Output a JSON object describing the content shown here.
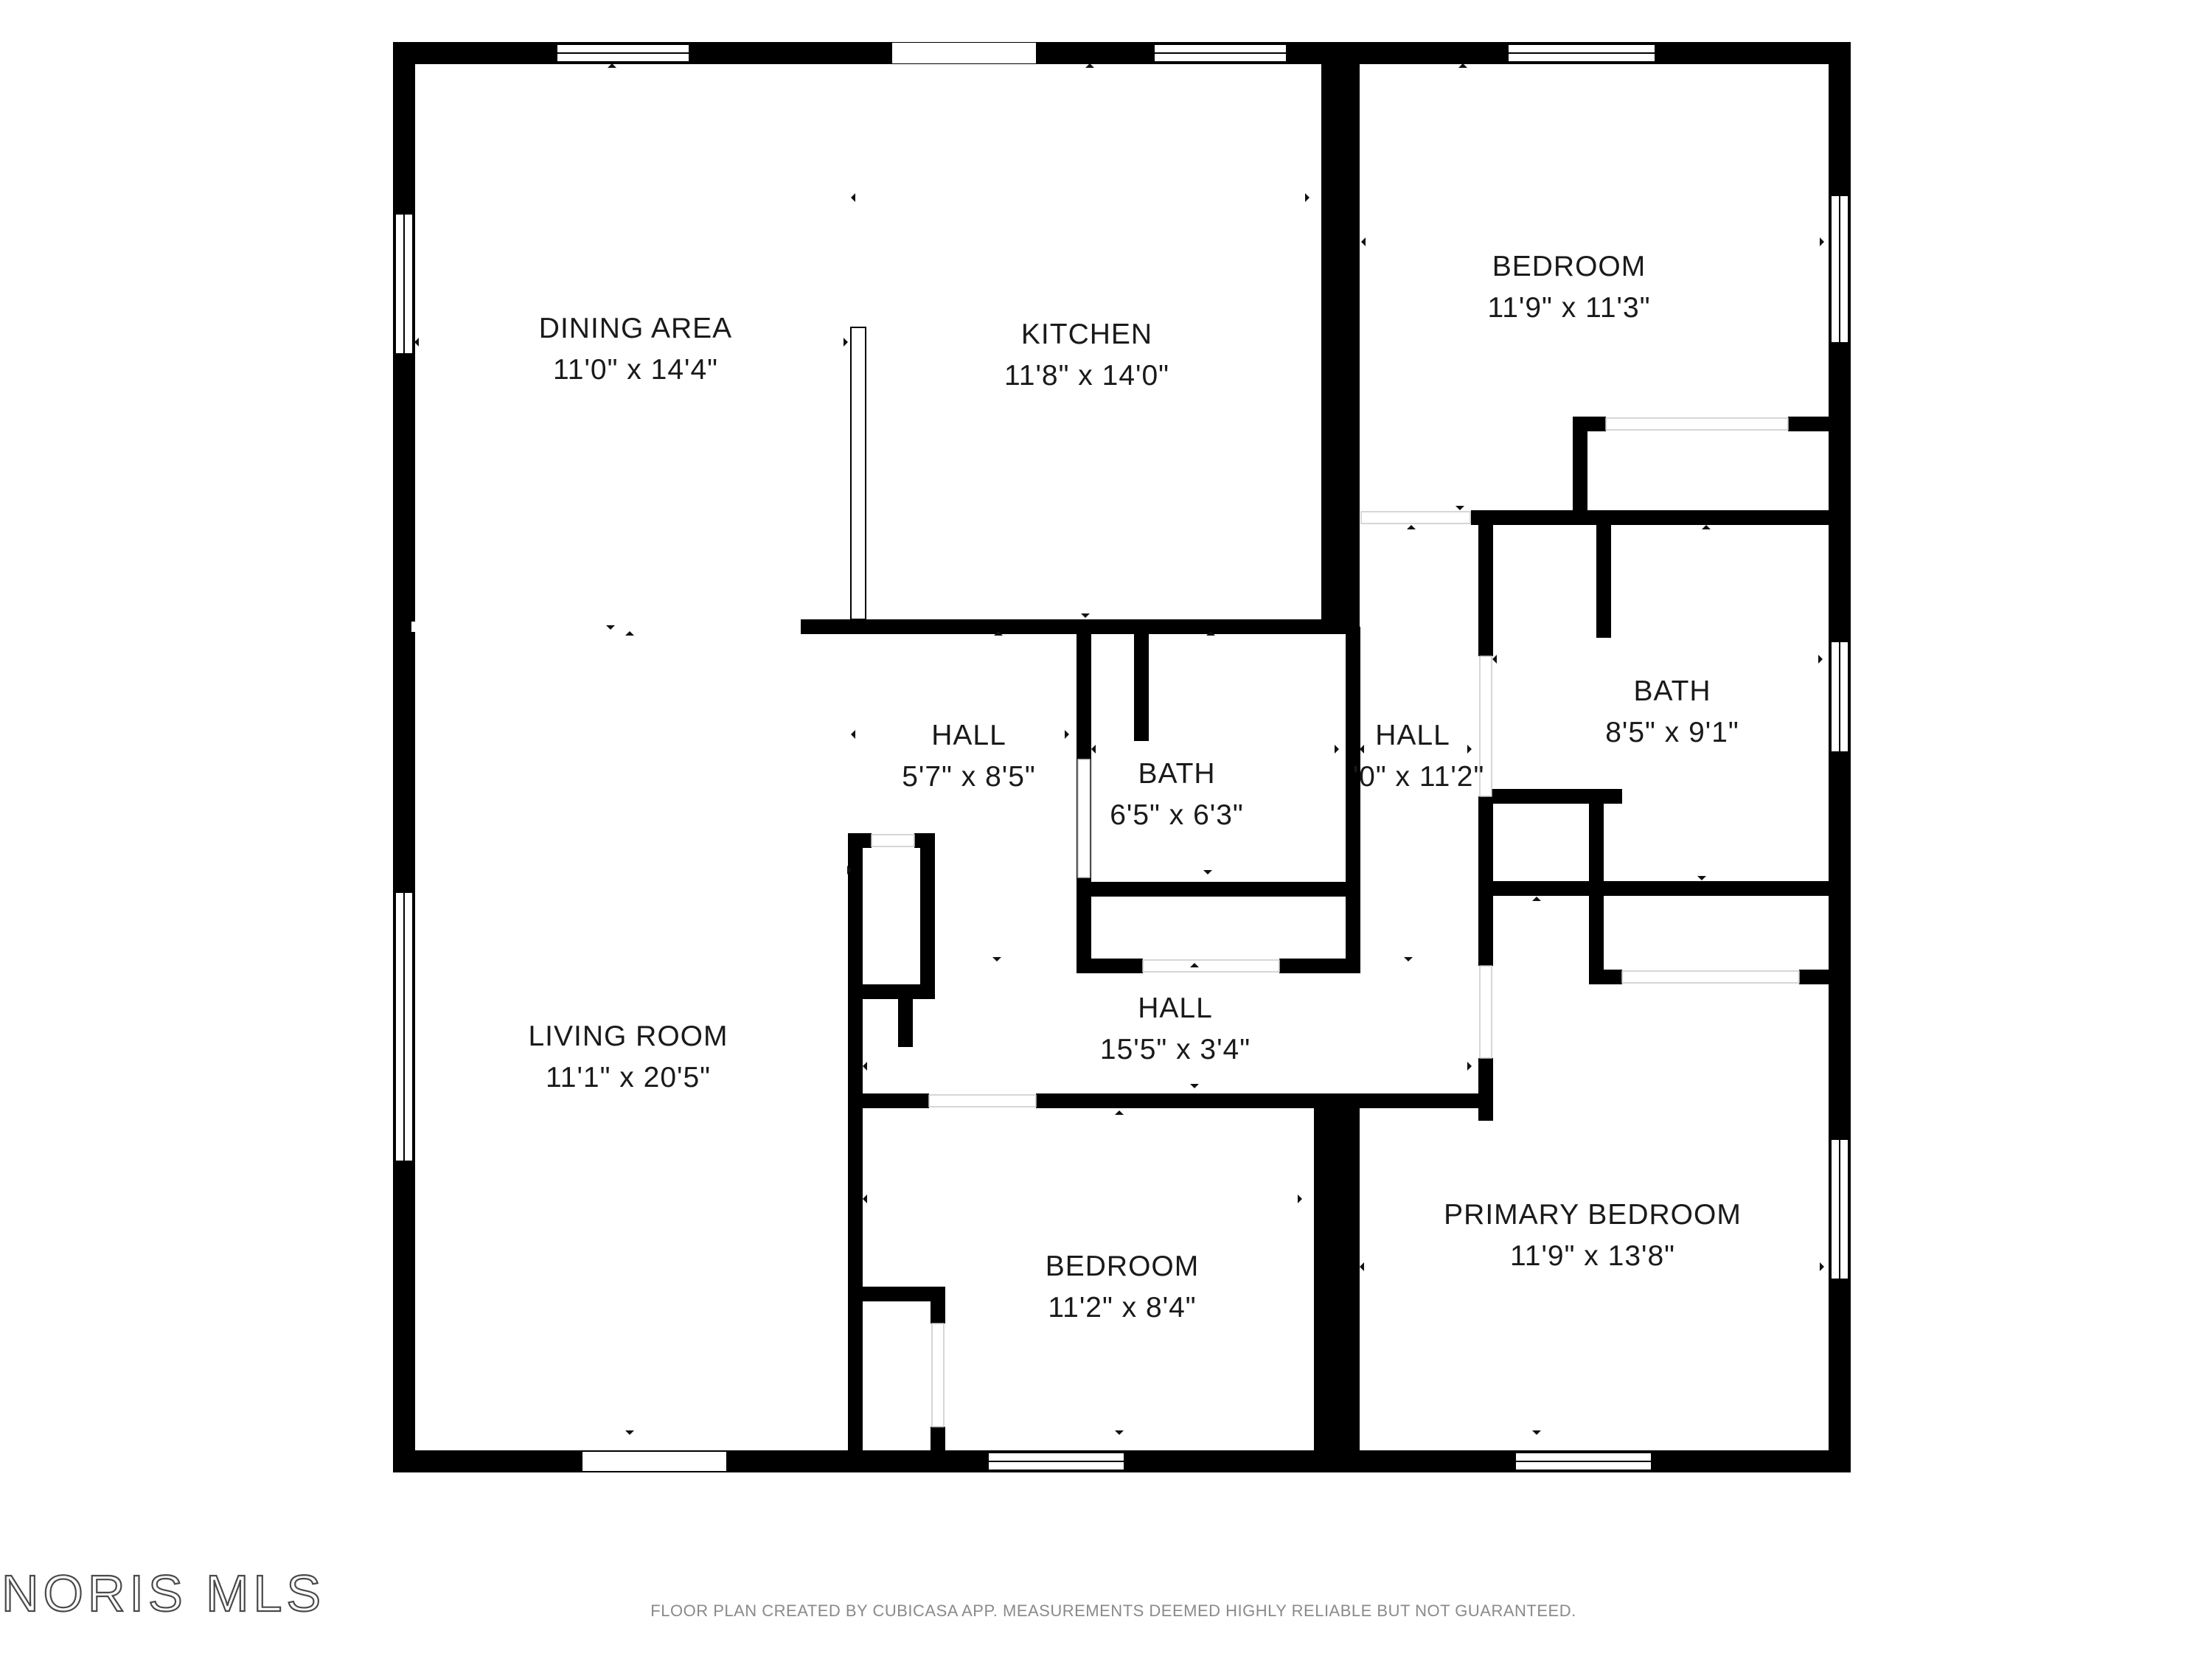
{
  "rooms": {
    "dining_area": {
      "name": "DINING AREA",
      "size": "11'0\" x 14'4\""
    },
    "kitchen": {
      "name": "KITCHEN",
      "size": "11'8\" x 14'0\""
    },
    "bedroom_top": {
      "name": "BEDROOM",
      "size": "11'9\" x 11'3\""
    },
    "hall_upper": {
      "name": "HALL",
      "size": "5'7\" x 8'5\""
    },
    "bath_center": {
      "name": "BATH",
      "size": "6'5\" x 6'3\""
    },
    "hall_narrow": {
      "name": "HALL",
      "size": "'0\" x 11'2\""
    },
    "bath_right": {
      "name": "BATH",
      "size": "8'5\" x 9'1\""
    },
    "living_room": {
      "name": "LIVING ROOM",
      "size": "11'1\" x 20'5\""
    },
    "hall_lower": {
      "name": "HALL",
      "size": "15'5\" x 3'4\""
    },
    "bedroom_bottom": {
      "name": "BEDROOM",
      "size": "11'2\" x 8'4\""
    },
    "primary_bedroom": {
      "name": "PRIMARY BEDROOM",
      "size": "11'9\" x 13'8\""
    }
  },
  "watermark": "NORIS MLS",
  "footer_note": "FLOOR PLAN CREATED BY CUBICASA APP. MEASUREMENTS DEEMED HIGHLY RELIABLE BUT NOT GUARANTEED.",
  "colors": {
    "wall": "#000000",
    "background": "#ffffff",
    "label": "#1a1a1a",
    "footer": "#8a8a8a"
  }
}
